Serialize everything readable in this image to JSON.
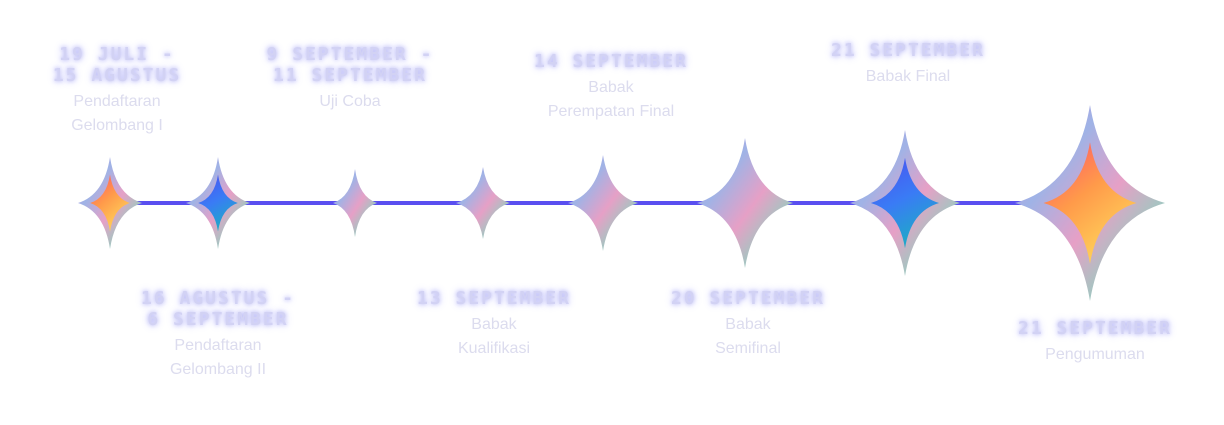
{
  "timeline": {
    "line_color": "#5a4ff0",
    "events": [
      {
        "date": "19 JULI -\n15 AGUSTUS",
        "desc": "Pendaftaran\nGelombang I",
        "star": "warm",
        "label_side": "top"
      },
      {
        "date": "16 AGUSTUS -\n6 SEPTEMBER",
        "desc": "Pendaftaran\nGelombang II",
        "star": "blue",
        "label_side": "bottom"
      },
      {
        "date": "9 SEPTEMBER -\n11 SEPTEMBER",
        "desc": "Uji Coba",
        "star": "holo",
        "label_side": "top"
      },
      {
        "date": "13 SEPTEMBER",
        "desc": "Babak\nKualifikasi",
        "star": "holo",
        "label_side": "bottom"
      },
      {
        "date": "14 SEPTEMBER",
        "desc": "Babak\nPerempatan Final",
        "star": "holo",
        "label_side": "top"
      },
      {
        "date": "20 SEPTEMBER",
        "desc": "Babak\nSemifinal",
        "star": "holo",
        "label_side": "bottom"
      },
      {
        "date": "21 SEPTEMBER",
        "desc": "Babak Final",
        "star": "blue",
        "label_side": "top"
      },
      {
        "date": "21 SEPTEMBER",
        "desc": "Pengumuman",
        "star": "warm",
        "label_side": "bottom"
      }
    ]
  },
  "colors": {
    "date_text": "#d2d2f4",
    "desc_text": "#dcdcee",
    "warm_star": [
      "#ff5a5f",
      "#ffb347",
      "#ffd45a"
    ],
    "blue_star": [
      "#3a7bf5",
      "#4b4ff0",
      "#1fa8c9"
    ],
    "holo_star": [
      "#c98ad9",
      "#9fb3e6",
      "#e6a0c6",
      "#8fd1c0"
    ]
  }
}
